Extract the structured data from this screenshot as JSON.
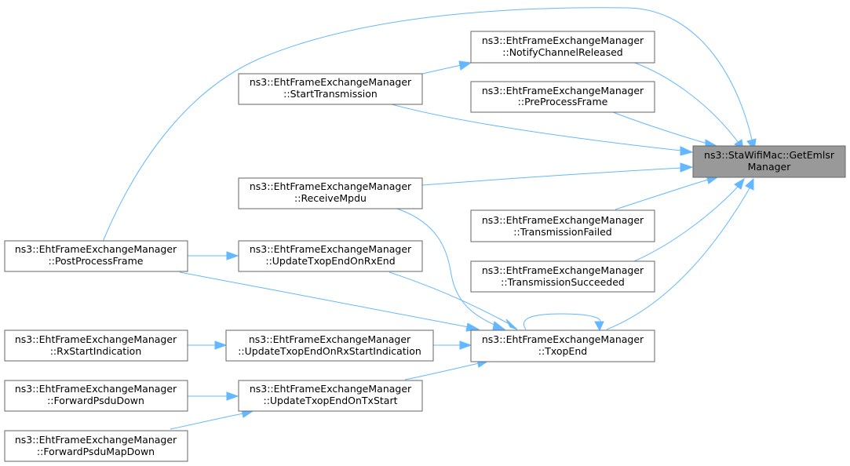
{
  "diagram": {
    "focus": {
      "line1": "ns3::StaWifiMac::GetEmlsr",
      "line2": "Manager"
    },
    "nodes": [
      {
        "id": "notify_released",
        "line1": "ns3::EhtFrameExchangeManager",
        "line2": "::NotifyChannelReleased"
      },
      {
        "id": "start_transmission",
        "line1": "ns3::EhtFrameExchangeManager",
        "line2": "::StartTransmission"
      },
      {
        "id": "pre_process_frame",
        "line1": "ns3::EhtFrameExchangeManager",
        "line2": "::PreProcessFrame"
      },
      {
        "id": "receive_mpdu",
        "line1": "ns3::EhtFrameExchangeManager",
        "line2": "::ReceiveMpdu"
      },
      {
        "id": "transmission_failed",
        "line1": "ns3::EhtFrameExchangeManager",
        "line2": "::TransmissionFailed"
      },
      {
        "id": "post_process_frame",
        "line1": "ns3::EhtFrameExchangeManager",
        "line2": "::PostProcessFrame"
      },
      {
        "id": "update_rx_end",
        "line1": "ns3::EhtFrameExchangeManager",
        "line2": "::UpdateTxopEndOnRxEnd"
      },
      {
        "id": "transmission_succeeded",
        "line1": "ns3::EhtFrameExchangeManager",
        "line2": "::TransmissionSucceeded"
      },
      {
        "id": "rx_start_indication",
        "line1": "ns3::EhtFrameExchangeManager",
        "line2": "::RxStartIndication"
      },
      {
        "id": "update_rx_start_indication",
        "line1": "ns3::EhtFrameExchangeManager",
        "line2": "::UpdateTxopEndOnRxStartIndication"
      },
      {
        "id": "txop_end",
        "line1": "ns3::EhtFrameExchangeManager",
        "line2": "::TxopEnd"
      },
      {
        "id": "forward_psdu_down",
        "line1": "ns3::EhtFrameExchangeManager",
        "line2": "::ForwardPsduDown"
      },
      {
        "id": "update_tx_start",
        "line1": "ns3::EhtFrameExchangeManager",
        "line2": "::UpdateTxopEndOnTxStart"
      },
      {
        "id": "forward_psdu_map_down",
        "line1": "ns3::EhtFrameExchangeManager",
        "line2": "::ForwardPsduMapDown"
      }
    ],
    "edges": [
      {
        "from": "notify_released",
        "to": "focus"
      },
      {
        "from": "start_transmission",
        "to": "focus"
      },
      {
        "from": "start_transmission",
        "to": "notify_released"
      },
      {
        "from": "pre_process_frame",
        "to": "focus"
      },
      {
        "from": "receive_mpdu",
        "to": "focus"
      },
      {
        "from": "transmission_failed",
        "to": "focus"
      },
      {
        "from": "transmission_succeeded",
        "to": "focus"
      },
      {
        "from": "txop_end",
        "to": "focus"
      },
      {
        "from": "post_process_frame",
        "to": "focus"
      },
      {
        "from": "post_process_frame",
        "to": "update_rx_end"
      },
      {
        "from": "post_process_frame",
        "to": "txop_end"
      },
      {
        "from": "receive_mpdu",
        "to": "txop_end"
      },
      {
        "from": "update_rx_end",
        "to": "txop_end"
      },
      {
        "from": "txop_end",
        "to": "txop_end"
      },
      {
        "from": "rx_start_indication",
        "to": "update_rx_start_indication"
      },
      {
        "from": "update_rx_start_indication",
        "to": "txop_end"
      },
      {
        "from": "update_tx_start",
        "to": "txop_end"
      },
      {
        "from": "forward_psdu_down",
        "to": "update_tx_start"
      },
      {
        "from": "forward_psdu_map_down",
        "to": "update_tx_start"
      }
    ]
  }
}
